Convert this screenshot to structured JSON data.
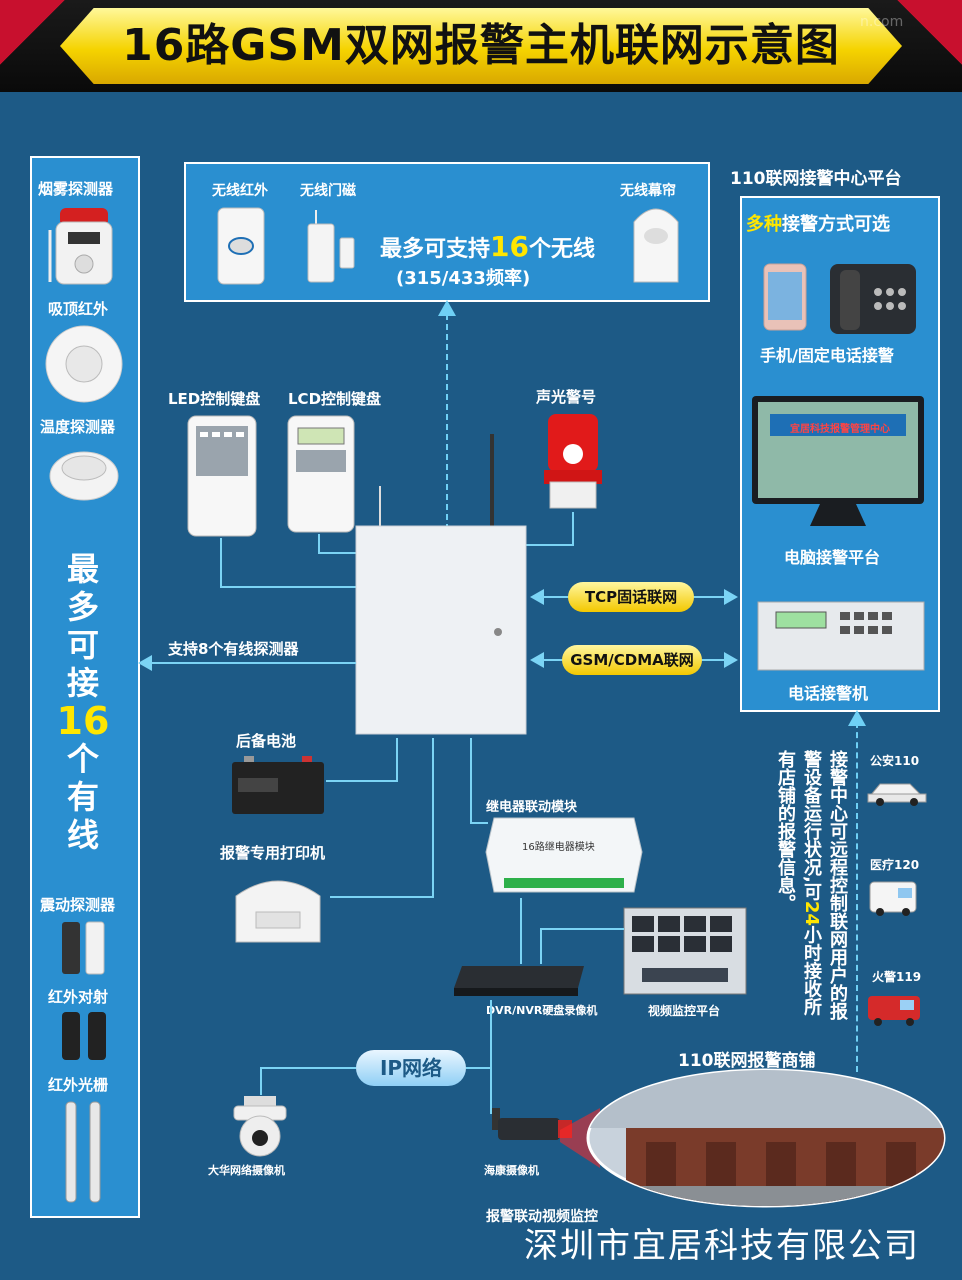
{
  "title": "16路GSM双网报警主机联网示意图",
  "watermark": "n.com",
  "left_panel": {
    "detectors_top": [
      "烟雾探测器",
      "吸顶红外",
      "温度探测器"
    ],
    "big_text": [
      "最",
      "多",
      "可",
      "接",
      "16",
      "个",
      "有",
      "线"
    ],
    "detectors_bottom": [
      "震动探测器",
      "红外对射",
      "红外光栅"
    ]
  },
  "wireless": {
    "items": [
      "无线红外",
      "无线门磁",
      "无线幕帘"
    ],
    "support_prefix": "最多可支持",
    "support_number": "16",
    "support_suffix": "个无线",
    "freq": "(315/433频率)"
  },
  "center": {
    "led_keypad": "LED控制键盘",
    "lcd_keypad": "LCD控制键盘",
    "siren": "声光警号",
    "wired_support": "支持8个有线探测器",
    "battery": "后备电池",
    "printer": "报警专用打印机",
    "relay_module": "继电器联动模块",
    "relay_text": "16路继电器模块",
    "dvr": "DVR/NVR硬盘录像机",
    "video_platform": "视频监控平台",
    "ip_network": "IP网络",
    "dahua_camera": "大华网络摄像机",
    "hik_camera": "海康摄像机",
    "linkage_video": "报警联动视频监控",
    "tcp_link": "TCP固话联网",
    "gsm_link": "GSM/CDMA联网"
  },
  "right_panel": {
    "heading": "110联网接警中心平台",
    "multi_prefix": "多种",
    "multi_suffix": "接警方式可选",
    "phone": "手机/固定电话接警",
    "computer": "电脑接警平台",
    "computer_screen": "宜居科技报警管理中心",
    "machine": "电话接警机"
  },
  "vertical_text": {
    "col1": "接警中心可远程控制联网用户",
    "col2_prefix": "的报警设备运行状况,可",
    "col2_number": "24",
    "col2_suffix": "小",
    "col3": "时接收所有店铺的报警信息。"
  },
  "police": [
    "公安110",
    "医疗120",
    "火警119"
  ],
  "shop": "110联网报警商铺",
  "company": "深圳市宜居科技有限公司",
  "colors": {
    "background": "#1d5a86",
    "panel": "#2a8fd0",
    "accent_yellow": "#ffe600",
    "banner": "#f5d300"
  }
}
